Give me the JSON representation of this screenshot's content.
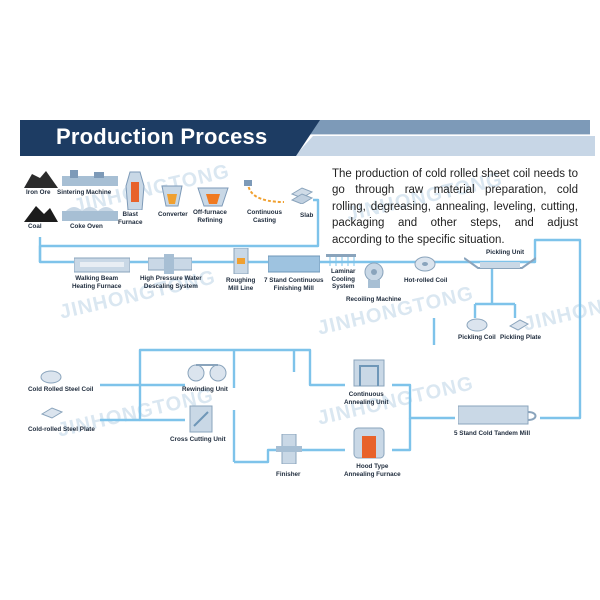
{
  "header": {
    "title": "Production Process"
  },
  "description": "The production of cold rolled sheet coil needs to go through raw material preparation, cold rolling, degreasing, annealing, leveling, cutting, packaging and other steps, and adjust according to the specific situation.",
  "watermark": "JINHONGTONG",
  "colors": {
    "banner_dark": "#1d3c63",
    "flow_line": "#7ec3ea",
    "equipment": "#9db6cc"
  },
  "steps": {
    "iron_ore": "Iron Ore",
    "sintering_machine": "Sintering Machine",
    "coal": "Coal",
    "coke_oven": "Coke Oven",
    "blast_furnace": "Blast\nFurnace",
    "converter": "Converter",
    "off_furnace_refining": "Off-furnace\nRefining",
    "continuous_casting": "Continuous\nCasting",
    "slab": "Slab",
    "walking_beam": "Walking Beam\nHeating Furnace",
    "descaling": "High Pressure Water\nDescaling System",
    "roughing_mill": "Roughing\nMill Line",
    "finishing_mill": "7 Stand Continuous\nFinishing Mill",
    "laminar_cooling": "Laminar\nCooling\nSystem",
    "recoiling_machine": "Recoiling Machine",
    "hot_rolled_coil": "Hot-rolled Coil",
    "pickling_unit": "Pickling Unit",
    "pickling_coil": "Pickling Coil",
    "pickling_plate": "Pickling Plate",
    "tandem_mill": "5 Stand Cold Tandem Mill",
    "continuous_annealing": "Continuous\nAnnealing Unit",
    "hood_annealing": "Hood Type\nAnnealing Furnace",
    "finisher": "Finisher",
    "rewinding_unit": "Rewinding Unit",
    "cross_cutting_unit": "Cross Cutting Unit",
    "cold_rolled_coil": "Cold Rolled Steel Coil",
    "cold_rolled_plate": "Cold-rolled Steel Plate"
  }
}
